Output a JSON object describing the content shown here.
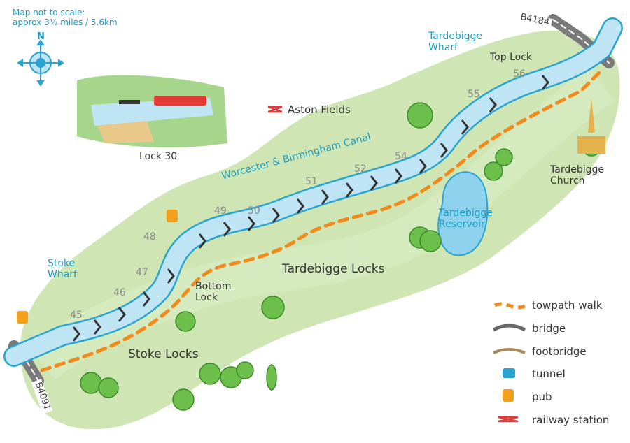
{
  "note": {
    "line1": "Map not to scale:",
    "line2": "approx 3½ miles / 5.6km"
  },
  "compass_letter": "N",
  "colors": {
    "land": "#cfe6b4",
    "canal": "#bfe5f5",
    "canal_edge": "#2aa4d0",
    "towpath": "#f08a1c",
    "rail": "#e23b3b",
    "label_blue": "#1a9bbf"
  },
  "places": {
    "tardebigge_wharf": [
      "Tardebigge",
      "Wharf"
    ],
    "top_lock": "Top Lock",
    "aston_fields": "Aston Fields",
    "canal_name": "Worcester & Birmingham Canal",
    "lock_30": "Lock 30",
    "tardebigge_church": [
      "Tardebigge",
      "Church"
    ],
    "tardebigge_reservoir": [
      "Tardebigge",
      "Reservoir"
    ],
    "tardebigge_locks": "Tardebigge Locks",
    "bottom_lock": [
      "Bottom",
      "Lock"
    ],
    "stoke_wharf": [
      "Stoke",
      "Wharf"
    ],
    "stoke_locks": "Stoke Locks"
  },
  "lock_numbers": [
    "45",
    "46",
    "47",
    "48",
    "49",
    "50",
    "51",
    "52",
    "54",
    "55",
    "56"
  ],
  "roads": {
    "b4184": "B4184",
    "b4091": "B4091"
  },
  "legend": [
    {
      "icon": "towpath-icon",
      "label": "towpath walk"
    },
    {
      "icon": "bridge-icon",
      "label": "bridge"
    },
    {
      "icon": "footbridge-icon",
      "label": "footbridge"
    },
    {
      "icon": "tunnel-icon",
      "label": "tunnel"
    },
    {
      "icon": "pub-icon",
      "label": "pub"
    },
    {
      "icon": "railway-station-icon",
      "label": "railway station"
    }
  ]
}
